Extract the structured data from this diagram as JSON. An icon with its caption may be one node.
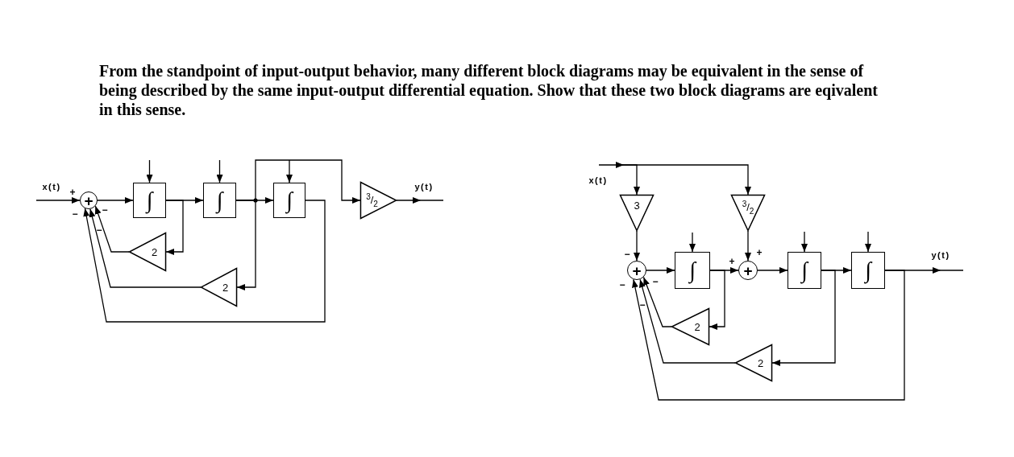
{
  "diagram": {
    "title": "From the standpoint of input-output behavior, many different block diagrams may be equivalent in the sense of being described by the same input-output differential equation. Show that these two block diagrams are eqivalent in this sense.",
    "nodes": [
      {
        "text": [
          "+"
        ]
      },
      {
        "text": [
          "∫"
        ]
      },
      {
        "text": [
          "∫"
        ]
      },
      {
        "text": [
          "∫"
        ]
      },
      {
        "text": [
          "$^{3}$/$_{2}$"
        ]
      },
      {
        "text": [
          "2"
        ]
      },
      {
        "text": [
          "2"
        ]
      },
      {
        "text": [
          "3"
        ]
      },
      {
        "text": [
          "$^{3}$/$_{2}$"
        ]
      },
      {
        "text": [
          "+"
        ]
      },
      {
        "text": [
          "∫"
        ]
      },
      {
        "text": [
          "+"
        ]
      },
      {
        "text": [
          "∫"
        ]
      },
      {
        "text": [
          "∫"
        ]
      },
      {
        "text": [
          "2"
        ]
      },
      {
        "text": [
          "2"
        ]
      }
    ],
    "edges": [
      {
        "from": null,
        "to": 0,
        "arrow": "to",
        "label": "x(t)"
      },
      {
        "from": 0,
        "to": 1,
        "arrow": "to"
      },
      {
        "from": 1,
        "to": 2,
        "arrow": "to"
      },
      {
        "from": 2,
        "to": 3,
        "arrow": "to"
      },
      {
        "from": 2,
        "to": 4,
        "arrow": "to"
      },
      {
        "from": 4,
        "to": null,
        "arrow": "to",
        "label": "y(t)"
      },
      {
        "from": 1,
        "to": 5,
        "arrow": "to"
      },
      {
        "from": 5,
        "to": 0,
        "arrow": "to"
      },
      {
        "from": 2,
        "to": 6,
        "arrow": "to"
      },
      {
        "from": 6,
        "to": 0,
        "arrow": "to"
      },
      {
        "from": 3,
        "to": 0,
        "arrow": "to"
      },
      {
        "from": null,
        "to": 1,
        "arrow": "to"
      },
      {
        "from": null,
        "to": 2,
        "arrow": "to"
      },
      {
        "from": null,
        "to": 3,
        "arrow": "to"
      },
      {
        "from": null,
        "to": 7,
        "arrow": "to",
        "label": "x(t)"
      },
      {
        "from": null,
        "to": 8,
        "arrow": "to"
      },
      {
        "from": 7,
        "to": 9,
        "arrow": "to"
      },
      {
        "from": 8,
        "to": 11,
        "arrow": "to"
      },
      {
        "from": 9,
        "to": 10,
        "arrow": "to"
      },
      {
        "from": 10,
        "to": 11,
        "arrow": "to"
      },
      {
        "from": 11,
        "to": 12,
        "arrow": "to"
      },
      {
        "from": 12,
        "to": 13,
        "arrow": "to"
      },
      {
        "from": 13,
        "to": null,
        "arrow": "to",
        "label": "y(t)"
      },
      {
        "from": 10,
        "to": 14,
        "arrow": "to"
      },
      {
        "from": 14,
        "to": 9,
        "arrow": "to"
      },
      {
        "from": 12,
        "to": 15,
        "arrow": "to"
      },
      {
        "from": 15,
        "to": 9,
        "arrow": "to"
      },
      {
        "from": 13,
        "to": 9,
        "arrow": "to"
      },
      {
        "from": null,
        "to": 10,
        "arrow": "to"
      },
      {
        "from": null,
        "to": 12,
        "arrow": "to"
      },
      {
        "from": null,
        "to": 13,
        "arrow": "to"
      }
    ],
    "labels": [
      "+",
      "−",
      "−",
      "−",
      "−",
      "+",
      "+",
      "−",
      "−",
      "−"
    ]
  }
}
